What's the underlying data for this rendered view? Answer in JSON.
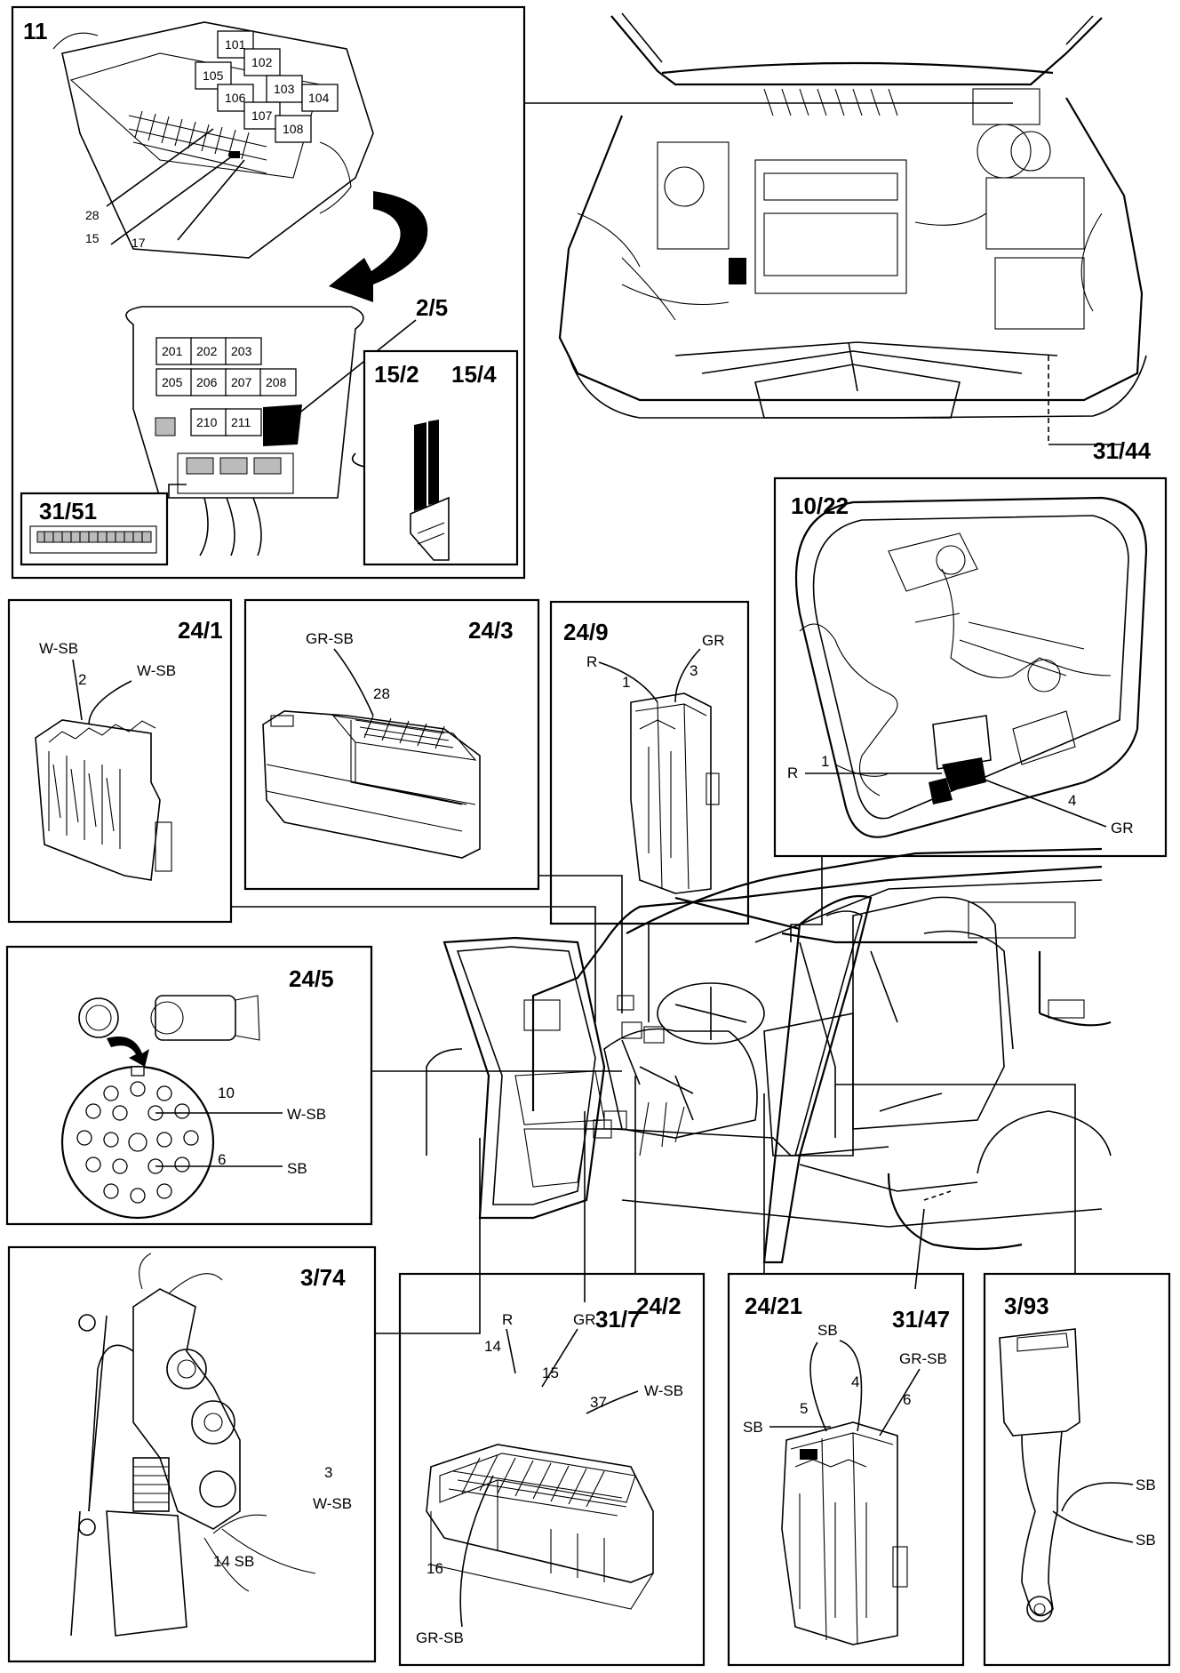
{
  "panels": {
    "p11": {
      "id": "11",
      "relays_a": [
        "101",
        "102",
        "105",
        "103",
        "106",
        "104",
        "107",
        "108"
      ],
      "labels": [
        "28",
        "15",
        "17"
      ],
      "relays_b": [
        "201",
        "202",
        "203",
        "205",
        "206",
        "207",
        "208",
        "210",
        "211"
      ],
      "ref_2_5": "2/5",
      "ref_15_2": "15/2",
      "ref_15_4": "15/4",
      "ref_31_51": "31/51"
    },
    "p24_1": {
      "id": "24/1",
      "w1": "W-SB",
      "pin": "2",
      "w2": "W-SB"
    },
    "p24_3": {
      "id": "24/3",
      "w1": "GR-SB",
      "pin": "28"
    },
    "p24_9": {
      "id": "24/9",
      "r": "R",
      "gr": "GR",
      "p1": "1",
      "p3": "3"
    },
    "p10_22": {
      "id": "10/22",
      "r": "R",
      "p1": "1",
      "p4": "4",
      "gr": "GR"
    },
    "p24_5": {
      "id": "24/5",
      "p10": "10",
      "w1": "W-SB",
      "p6": "6",
      "w2": "SB"
    },
    "p3_74": {
      "id": "3/74",
      "p3": "3",
      "w1": "W-SB",
      "w2": "14 SB"
    },
    "p24_2": {
      "id": "24/2",
      "r": "R",
      "gr": "GR",
      "p14": "14",
      "p15": "15",
      "p37": "37",
      "w1": "W-SB",
      "p16": "16",
      "w2": "GR-SB"
    },
    "p24_21": {
      "id": "24/21",
      "sb1": "SB",
      "p4": "4",
      "grsb": "GR-SB",
      "p5": "5",
      "p6": "6",
      "sb2": "SB"
    },
    "p3_93": {
      "id": "3/93",
      "sb1": "SB",
      "sb2": "SB"
    }
  },
  "callouts": {
    "c31_44": "31/44",
    "c31_7": "31/7",
    "c31_47": "31/47"
  }
}
